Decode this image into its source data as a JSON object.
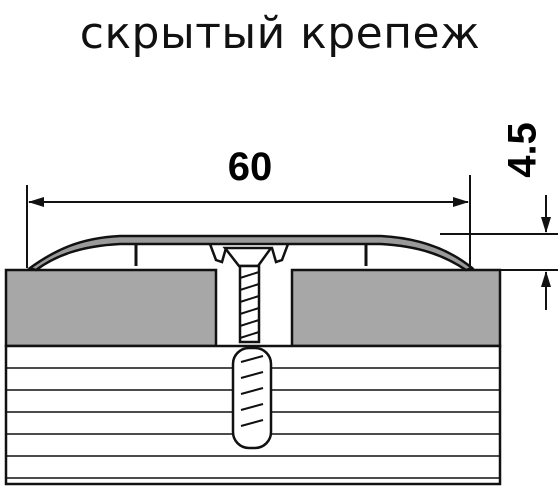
{
  "title": "скрытый крепеж",
  "dimensions": {
    "width_label": "60",
    "height_label": "4.5"
  },
  "colors": {
    "stroke": "#111111",
    "panel_fill": "#a7a7a7",
    "profile_fill": "#9a9a9a",
    "background": "#ffffff"
  }
}
